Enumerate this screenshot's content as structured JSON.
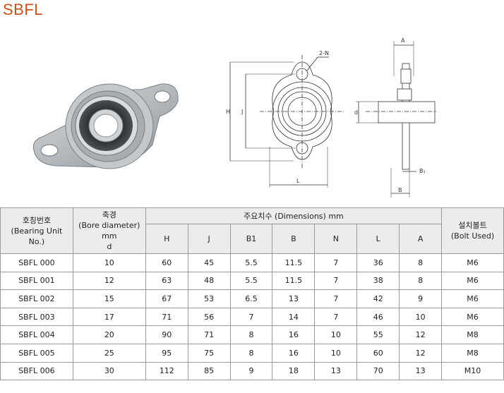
{
  "title": "SBFL",
  "drawing": {
    "label_n": "2-N",
    "label_a": "A",
    "label_h": "H",
    "label_j": "J",
    "label_d": "d",
    "label_l": "L",
    "label_b1": "B₁",
    "label_b": "B"
  },
  "table": {
    "col_model_ko": "호칭번호",
    "col_model_en1": "(Bearing Unit",
    "col_model_en2": "No.)",
    "col_bore_ko": "축경",
    "col_bore_en": "(Bore diameter)",
    "col_bore_unit": "mm",
    "col_bore_sym": "d",
    "col_dims": "주요치수 (Dimensions) mm",
    "col_bolt_ko": "설치볼트",
    "col_bolt_en": "(Bolt Used)",
    "dim_headers": [
      "H",
      "J",
      "B1",
      "B",
      "N",
      "L",
      "A"
    ],
    "rows": [
      [
        "SBFL 000",
        "10",
        "60",
        "45",
        "5.5",
        "11.5",
        "7",
        "36",
        "8",
        "M6"
      ],
      [
        "SBFL 001",
        "12",
        "63",
        "48",
        "5.5",
        "11.5",
        "7",
        "38",
        "8",
        "M6"
      ],
      [
        "SBFL 002",
        "15",
        "67",
        "53",
        "6.5",
        "13",
        "7",
        "42",
        "9",
        "M6"
      ],
      [
        "SBFL 003",
        "17",
        "71",
        "56",
        "7",
        "14",
        "7",
        "46",
        "10",
        "M6"
      ],
      [
        "SBFL 004",
        "20",
        "90",
        "71",
        "8",
        "16",
        "10",
        "55",
        "12",
        "M8"
      ],
      [
        "SBFL 005",
        "25",
        "95",
        "75",
        "8",
        "16",
        "10",
        "60",
        "12",
        "M8"
      ],
      [
        "SBFL 006",
        "30",
        "112",
        "85",
        "9",
        "18",
        "13",
        "70",
        "13",
        "M10"
      ]
    ]
  }
}
